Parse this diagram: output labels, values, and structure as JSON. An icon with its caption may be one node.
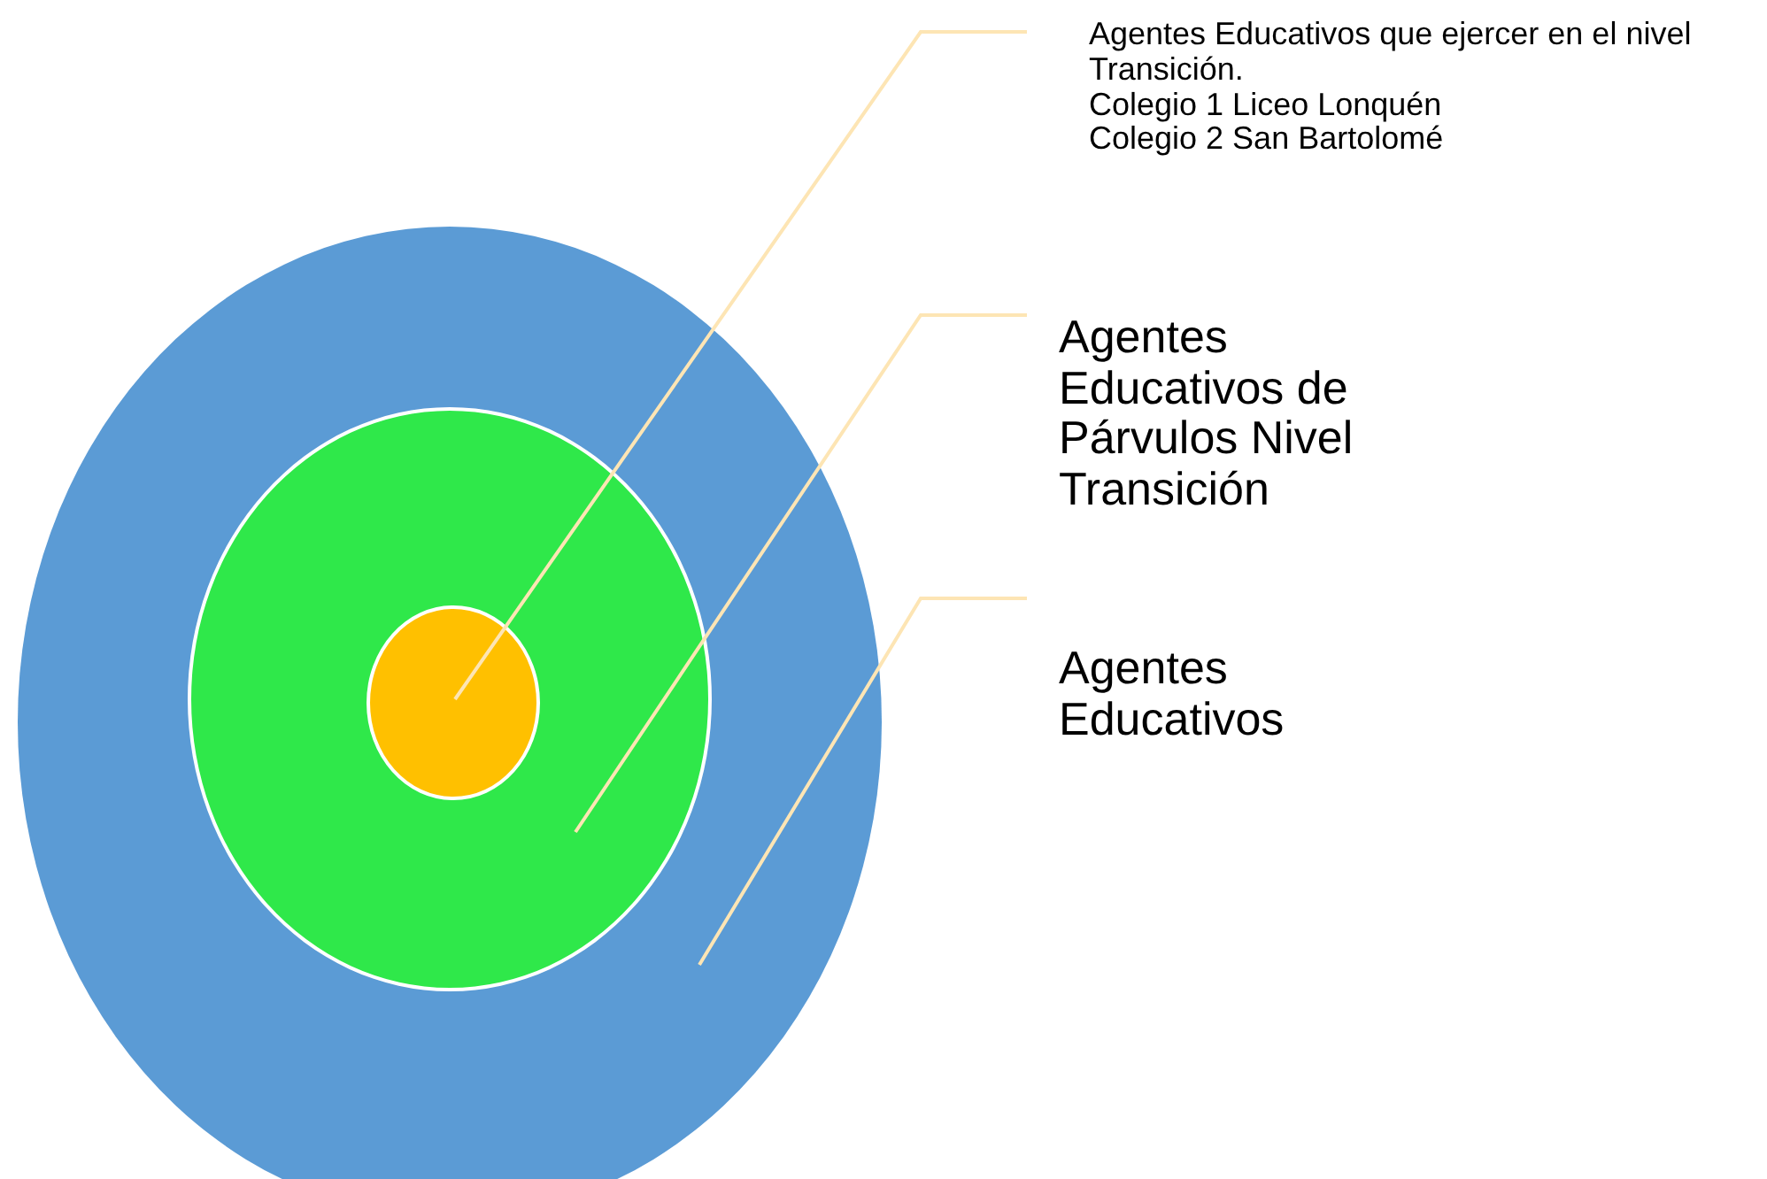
{
  "diagram": {
    "nodes": [
      {
        "text": [],
        "shape": "circle"
      },
      {
        "text": [],
        "shape": "circle",
        "in": 0
      },
      {
        "text": [],
        "shape": "circle",
        "in": 1
      },
      {
        "text": [
          "Agentes Educativos que ejercer en el nivel Transición.",
          "Colegio 1 Liceo Lonquén",
          "Colegio 2 San Bartolomé"
        ]
      },
      {
        "text": [
          "Agentes Educativos de Párvulos Nivel Transición"
        ]
      },
      {
        "text": [
          "Agentes Educativos"
        ]
      }
    ],
    "edges": [
      {
        "from": 3,
        "to": 2,
        "arrow": "none"
      },
      {
        "from": 4,
        "to": 1,
        "arrow": "none"
      },
      {
        "from": 5,
        "to": 0,
        "arrow": "none"
      }
    ]
  }
}
